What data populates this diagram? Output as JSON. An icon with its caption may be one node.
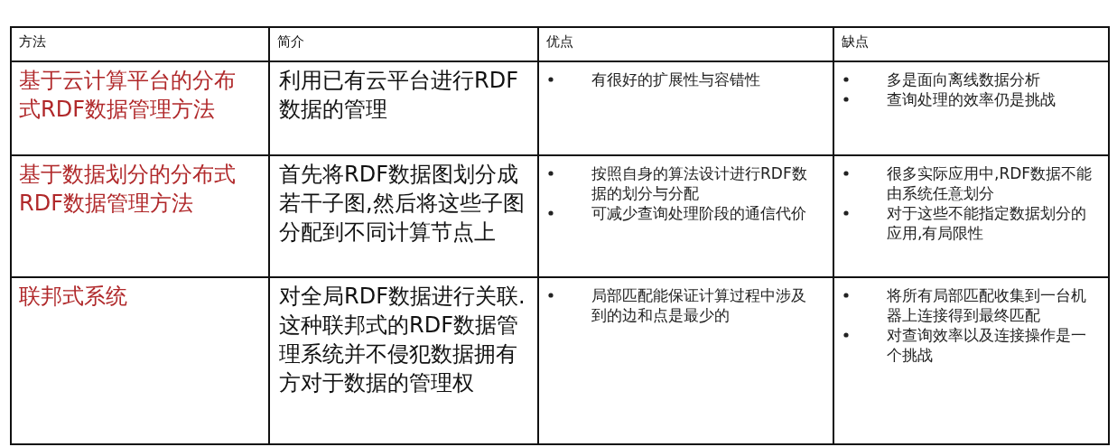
{
  "diagram": {
    "labels": [
      "方法",
      "简介",
      "优点",
      "缺点",
      "基于云计算平台的分布式RDF数据管理方法",
      "利用已有云平台进行RDF数据的管理",
      "有很好的扩展性与容错性",
      "多是面向离线数据分析",
      "查询处理的效率仍是挑战",
      "基于数据划分的分布式RDF数据管理方法",
      "首先将RDF数据图划分成若干子图,然后将这些子图分配到不同计算节点上",
      "按照自身的算法设计进行RDF数据的划分与分配",
      "可减少查询处理阶段的通信代价",
      "很多实际应用中,RDF数据不能由系统任意划分",
      "对于这些不能指定数据划分的应用,有局限性",
      "联邦式系统",
      "对全局RDF数据进行关联.这种联邦式的RDF数据管理系统并不侵犯数据拥有方对于数据的管理权",
      "局部匹配能保证计算过程中涉及到的边和点是最少的",
      "将所有局部匹配收集到一台机器上连接得到最终匹配",
      "对查询效率以及连接操作是一个挑战"
    ]
  }
}
